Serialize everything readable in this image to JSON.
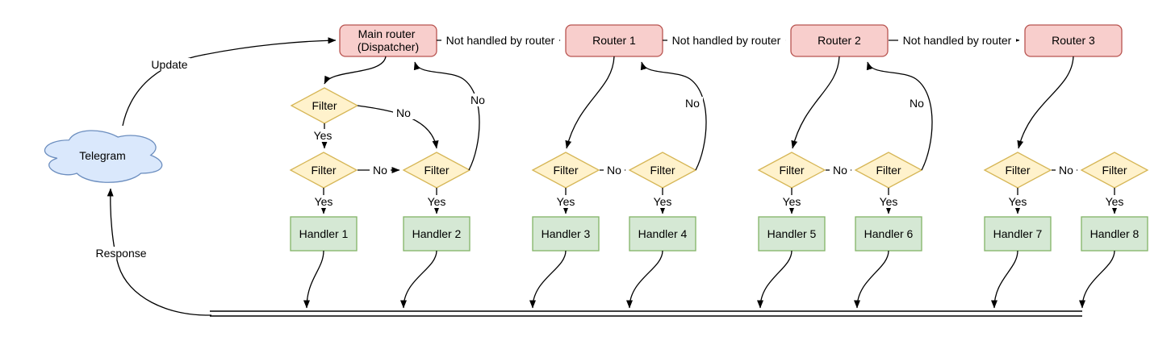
{
  "colors": {
    "background": "#ffffff",
    "edge": "#000000",
    "text": "#000000",
    "cloud_fill": "#dae8fc",
    "cloud_stroke": "#6c8ebf",
    "router_fill": "#f8cecc",
    "router_stroke": "#b85450",
    "filter_fill": "#fff2cc",
    "filter_stroke": "#d6b656",
    "handler_fill": "#d5e8d4",
    "handler_stroke": "#82b366"
  },
  "cloud": {
    "label": "Telegram"
  },
  "routers": {
    "main": {
      "line1": "Main router",
      "line2": "(Dispatcher)"
    },
    "r1": {
      "label": "Router 1"
    },
    "r2": {
      "label": "Router 2"
    },
    "r3": {
      "label": "Router 3"
    }
  },
  "filter": {
    "label": "Filter"
  },
  "handlers": [
    {
      "label": "Handler 1"
    },
    {
      "label": "Handler 2"
    },
    {
      "label": "Handler 3"
    },
    {
      "label": "Handler 4"
    },
    {
      "label": "Handler 5"
    },
    {
      "label": "Handler 6"
    },
    {
      "label": "Handler 7"
    },
    {
      "label": "Handler 8"
    }
  ],
  "edge_labels": {
    "update": "Update",
    "response": "Response",
    "not_handled": "Not handled by router",
    "yes": "Yes",
    "no": "No"
  }
}
